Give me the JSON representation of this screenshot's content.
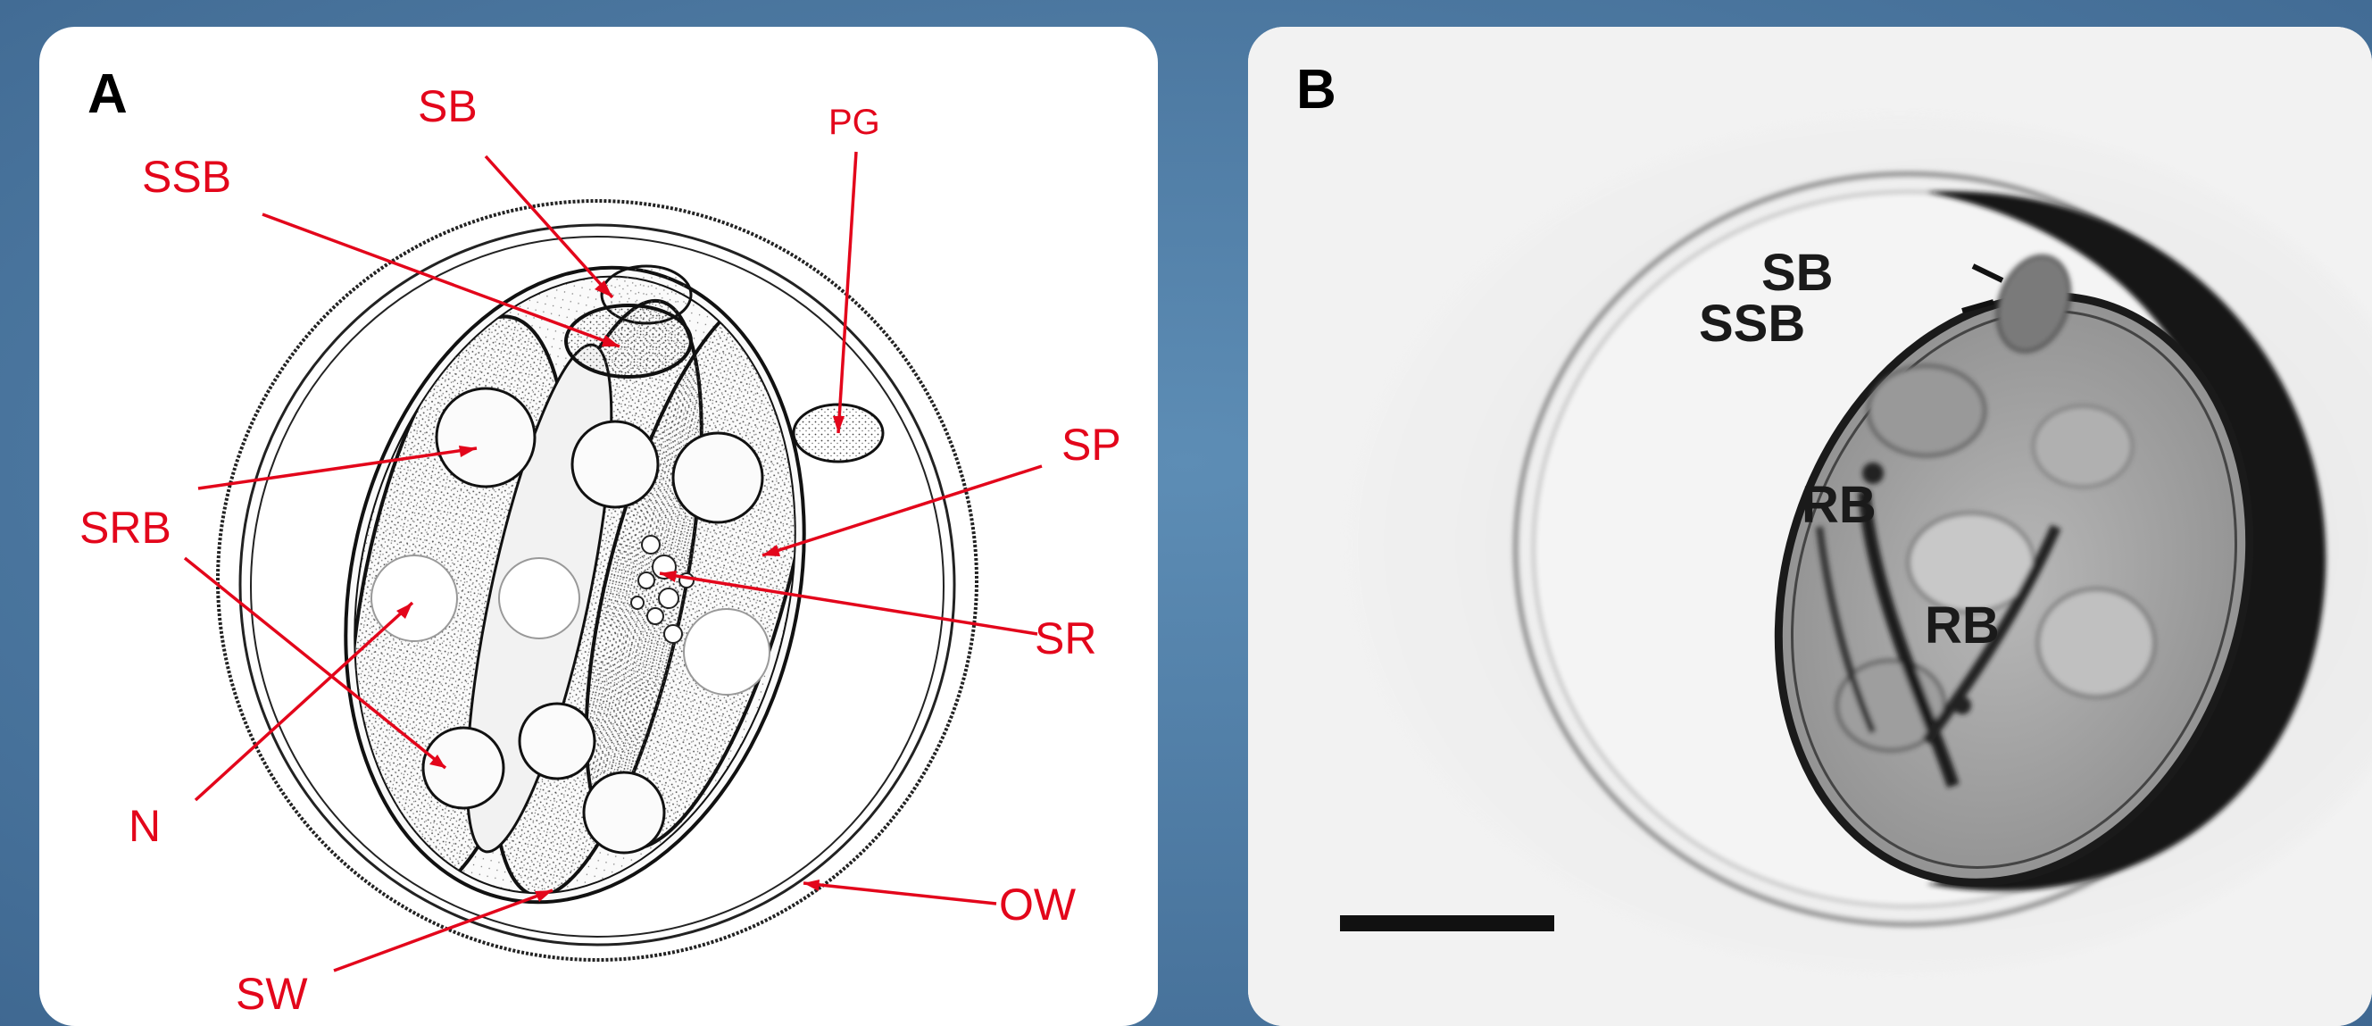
{
  "panel_a": {
    "letter": "A",
    "labels": {
      "sb": "SB",
      "ssb": "SSB",
      "pg": "PG",
      "sp": "SP",
      "srb": "SRB",
      "sr": "SR",
      "n": "N",
      "ow": "OW",
      "sw": "SW"
    }
  },
  "panel_b": {
    "letter": "B",
    "labels": {
      "sb": "SB",
      "ssb": "SSB",
      "rb1": "RB",
      "rb2": "RB"
    }
  },
  "colors": {
    "background": "#4f7aa3",
    "annotation": "#e3061b"
  }
}
